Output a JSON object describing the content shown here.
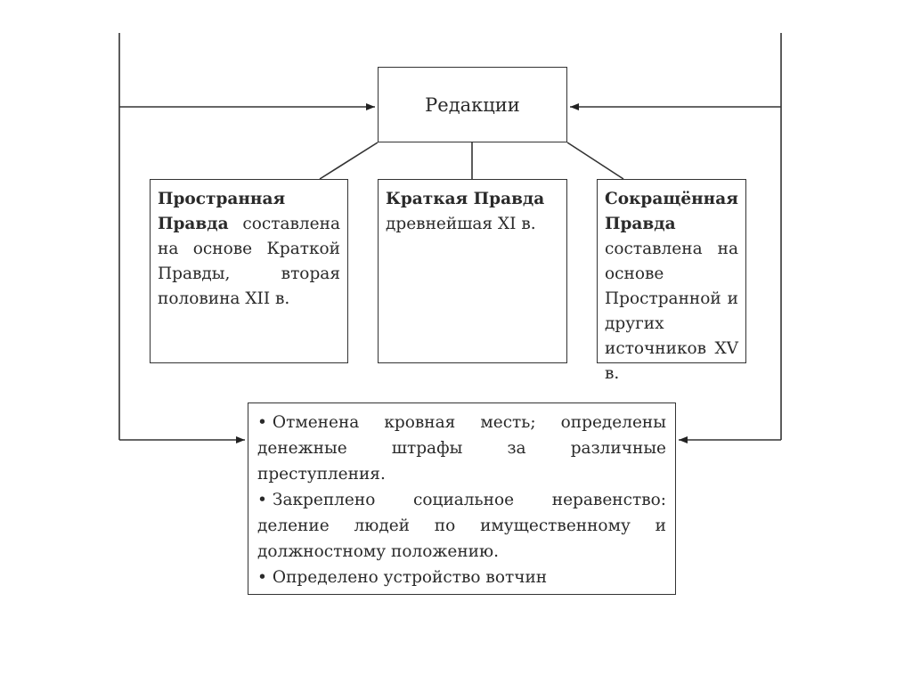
{
  "root": {
    "label": "Редакции"
  },
  "editions": [
    {
      "title": "Пространная Правда",
      "text": "составлена на основе Краткой Правды, вторая половина XII в."
    },
    {
      "title": "Краткая Правда",
      "text": "древнейшая XI в."
    },
    {
      "title": "Сокращённая Правда",
      "text": "составлена на основе Пространной и других источников XV в."
    }
  ],
  "features": [
    {
      "bullet": "•",
      "text": "Отменена кровная месть; определены денежные штрафы за различные преступления."
    },
    {
      "bullet": "•",
      "text": "Закреплено социальное неравенство: деление людей по имущественному и должностному положению."
    },
    {
      "bullet": "•",
      "text": "Определено устройство вотчин"
    }
  ]
}
